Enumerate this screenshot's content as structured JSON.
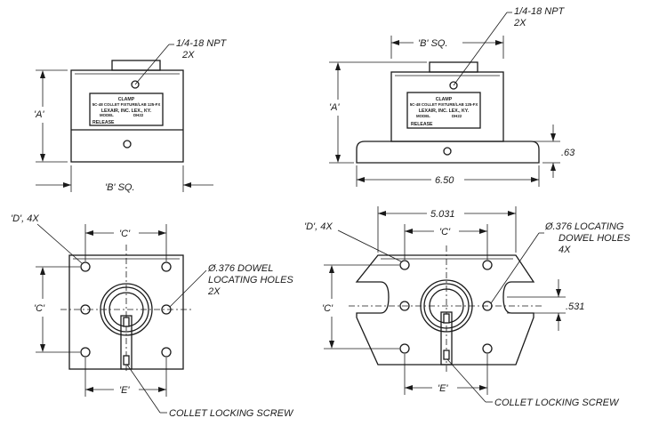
{
  "labels": {
    "npt_left_line1": "1/4-18 NPT",
    "npt_left_line2": "2X",
    "npt_right_line1": "1/4-18 NPT",
    "npt_right_line2": "2X",
    "dim_a_left": "'A'",
    "dim_a_right": "'A'",
    "dim_b_left": "'B' SQ.",
    "dim_b_right": "'B' SQ.",
    "dim_063": ".63",
    "dim_650": "6.50",
    "dim_d_left": "'D', 4X",
    "dim_d_right": "'D', 4X",
    "dim_c_top_left": "'C'",
    "dim_c_side_left": "'C'",
    "dim_c_top_right": "'C'",
    "dim_c_side_right": "'C'",
    "dim_5031": "5.031",
    "dim_531": ".531",
    "dim_e_left": "'E'",
    "dim_e_right": "'E'",
    "dowel_left_line1": "Ø.376 DOWEL",
    "dowel_left_line2": "LOCATING HOLES",
    "dowel_left_line3": "2X",
    "dowel_right_line1": "Ø.376 LOCATING",
    "dowel_right_line2": "DOWEL HOLES",
    "dowel_right_line3": "4X",
    "collet_left": "COLLET LOCKING SCREW",
    "collet_right": "COLLET LOCKING SCREW"
  },
  "nameplate": {
    "title": "CLAMP",
    "line1": "5C-48 COLLET FIXTURE/LAB 125-FX",
    "line2": "LEXAIR, INC. LEX., KY.",
    "model_label": "MODEL",
    "model_value": "DH22",
    "release_label": "RELEASE"
  }
}
